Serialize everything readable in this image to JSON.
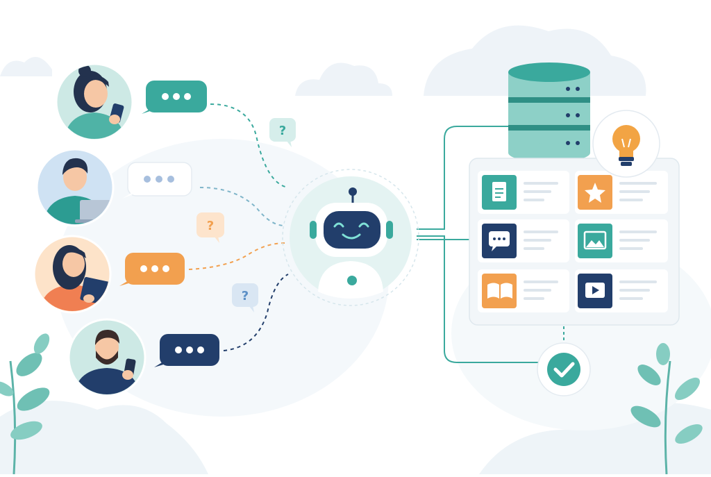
{
  "colors": {
    "teal": "#3aa99d",
    "teal_light": "#b7e1dc",
    "orange": "#f2a04f",
    "navy": "#223e6b",
    "white_bubble": "#ffffff",
    "bulb": "#f2a444",
    "background_blob": "#eef4f8"
  },
  "users": [
    {
      "name": "user-woman-phone",
      "bubble_style": "teal",
      "query_mark": "?",
      "query_color": "teal"
    },
    {
      "name": "user-man-laptop",
      "bubble_style": "white",
      "query_mark": "?",
      "query_color": "orange"
    },
    {
      "name": "user-woman-tablet",
      "bubble_style": "orange",
      "query_mark": "?",
      "query_color": "navy"
    },
    {
      "name": "user-man-phone",
      "bubble_style": "navy",
      "query_mark": "",
      "query_color": ""
    }
  ],
  "chatbot": {
    "icon": "robot-icon"
  },
  "knowledge_base": {
    "database_icon": "database-icon",
    "insight_icon": "lightbulb-icon",
    "cards": [
      {
        "icon": "document-icon",
        "color": "teal"
      },
      {
        "icon": "star-icon",
        "color": "orange"
      },
      {
        "icon": "chat-icon",
        "color": "navy"
      },
      {
        "icon": "image-icon",
        "color": "teal"
      },
      {
        "icon": "book-icon",
        "color": "orange"
      },
      {
        "icon": "video-icon",
        "color": "navy"
      }
    ]
  },
  "result": {
    "icon": "checkmark-icon"
  },
  "question_marks": [
    "?",
    "?",
    "?"
  ]
}
